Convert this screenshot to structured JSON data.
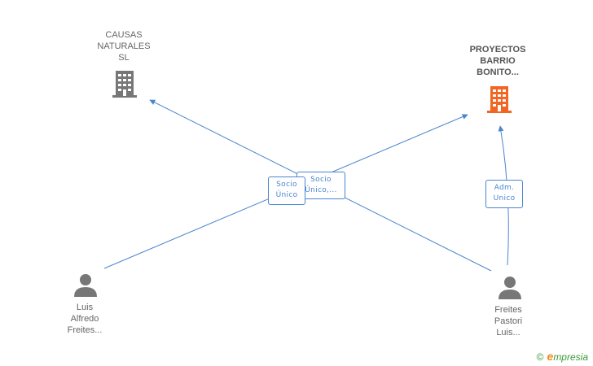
{
  "nodes": {
    "causas": {
      "lines": [
        "CAUSAS",
        "NATURALES",
        "SL"
      ],
      "icon": "building-icon",
      "color": "#777777"
    },
    "proyectos": {
      "lines": [
        "PROYECTOS",
        "BARRIO",
        "BONITO..."
      ],
      "icon": "building-icon",
      "color": "#f26522"
    },
    "luis": {
      "lines": [
        "Luis",
        "Alfredo",
        "Freites..."
      ],
      "icon": "person-icon",
      "color": "#777777"
    },
    "freites": {
      "lines": [
        "Freites",
        "Pastori",
        "Luis..."
      ],
      "icon": "person-icon",
      "color": "#777777"
    }
  },
  "edges": {
    "socio_unico_1": {
      "lines": [
        "Socio",
        "Único"
      ]
    },
    "socio_unico_2": {
      "lines": [
        "Socio",
        "Único,..."
      ]
    },
    "adm_unico": {
      "lines": [
        "Adm.",
        "Unico"
      ]
    }
  },
  "colors": {
    "edge": "#4a86cf"
  },
  "footer": {
    "copyright": "©",
    "brand_initial": "e",
    "brand_rest": "mpresia"
  }
}
